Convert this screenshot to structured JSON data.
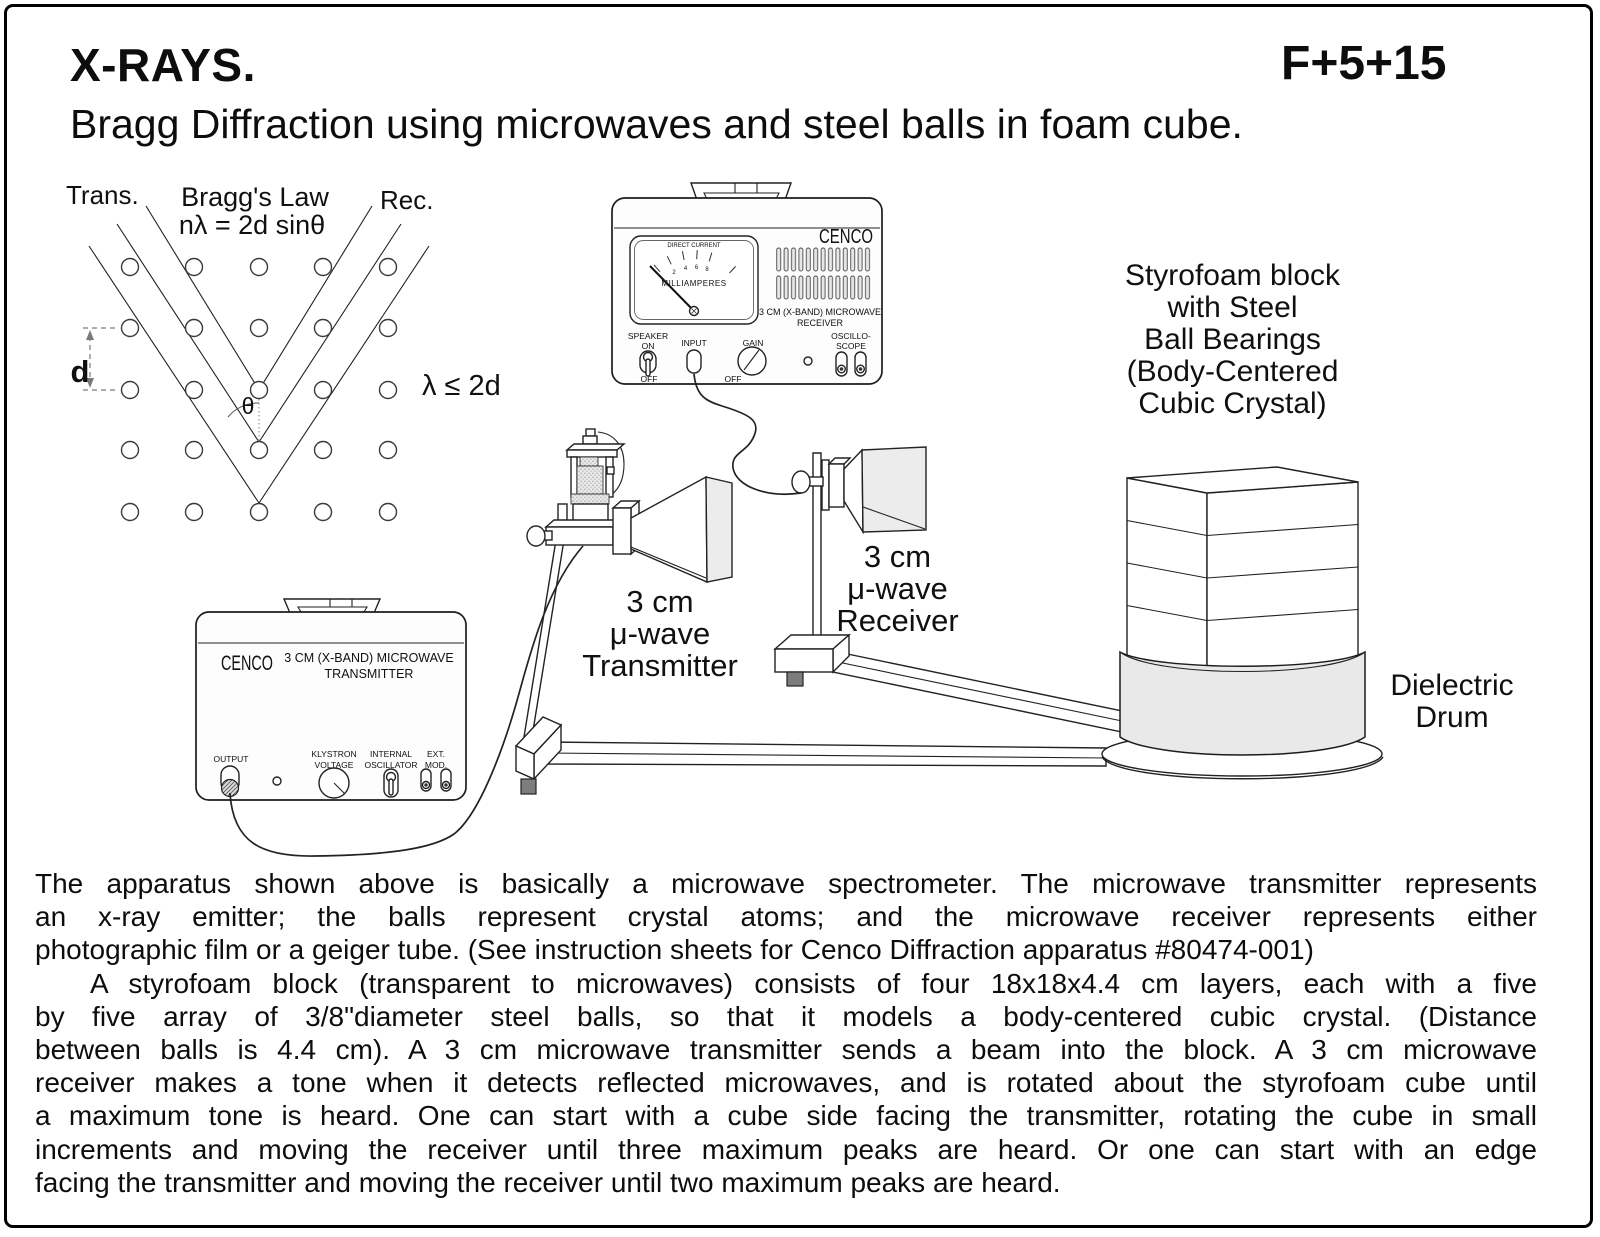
{
  "page": {
    "title": "X-RAYS.",
    "code": "F+5+15",
    "subtitle": "Bragg Diffraction using microwaves and steel balls in foam cube."
  },
  "diagram": {
    "transmitter_abbrev": "Trans.",
    "receiver_abbrev": "Rec.",
    "law_title": "Bragg's Law",
    "law_formula": "nλ = 2d sinθ",
    "spacing_label": "d",
    "angle_label": "θ",
    "wavelength_condition": "λ ≤ 2d"
  },
  "receiver_unit": {
    "brand": "CENCO",
    "meter_heading": "DIRECT CURRENT",
    "meter_units": "MILLIAMPERES",
    "meter_ticks": [
      "2",
      "4",
      "6",
      "8"
    ],
    "model_line1": "3 CM (X-BAND) MICROWAVE",
    "model_line2": "RECEIVER",
    "speaker_label": "SPEAKER",
    "speaker_on": "ON",
    "speaker_off": "OFF",
    "input_label": "INPUT",
    "gain_label": "GAIN",
    "gain_off": "OFF",
    "scope_line1": "OSCILLO-",
    "scope_line2": "SCOPE"
  },
  "transmitter_unit": {
    "brand": "CENCO",
    "model_line1": "3 CM (X-BAND) MICROWAVE",
    "model_line2": "TRANSMITTER",
    "output_label": "OUTPUT",
    "klystron_line1": "KLYSTRON",
    "klystron_line2": "VOLTAGE",
    "oscillator_line1": "INTERNAL",
    "oscillator_line2": "OSCILLATOR",
    "ext_mod_line1": "EXT.",
    "ext_mod_line2": "MOD."
  },
  "apparatus_labels": {
    "transmitter_horn": [
      "3 cm",
      "μ-wave",
      "Transmitter"
    ],
    "receiver_horn": [
      "3 cm",
      "μ-wave",
      "Receiver"
    ],
    "styrofoam_block": [
      "Styrofoam block",
      "with Steel",
      "Ball Bearings",
      "(Body-Centered",
      "Cubic Crystal)"
    ],
    "dielectric_drum": [
      "Dielectric",
      "Drum"
    ]
  },
  "body_text": {
    "lines": [
      {
        "text": "The apparatus shown above is basically a microwave spectrometer. The microwave transmitter represents",
        "justify": true,
        "indent": false
      },
      {
        "text": "an x-ray emitter; the balls represent crystal atoms; and the microwave receiver represents either",
        "justify": true,
        "indent": false
      },
      {
        "text": "photographic film or a geiger tube. (See instruction sheets for Cenco Diffraction apparatus #80474-001)",
        "justify": false,
        "indent": false
      },
      {
        "text": "A styrofoam block (transparent to microwaves) consists of four 18x18x4.4 cm layers, each with a five",
        "justify": true,
        "indent": true
      },
      {
        "text": "by five array of 3/8\"diameter steel balls, so that it models a body-centered cubic crystal. (Distance",
        "justify": true,
        "indent": false
      },
      {
        "text": "between balls is 4.4 cm). A 3 cm microwave transmitter sends a beam into the block. A 3 cm microwave",
        "justify": true,
        "indent": false
      },
      {
        "text": "receiver makes a tone when it detects reflected microwaves, and is rotated about the styrofoam cube until",
        "justify": true,
        "indent": false
      },
      {
        "text": "a maximum tone is heard.  One can start with a cube side facing the transmitter, rotating the cube in small",
        "justify": true,
        "indent": false
      },
      {
        "text": "increments and moving the receiver until three maximum peaks are heard.  Or one can start with an edge",
        "justify": true,
        "indent": false
      },
      {
        "text": "facing the transmitter and moving the receiver until two maximum peaks are heard.",
        "justify": false,
        "indent": false
      }
    ]
  }
}
